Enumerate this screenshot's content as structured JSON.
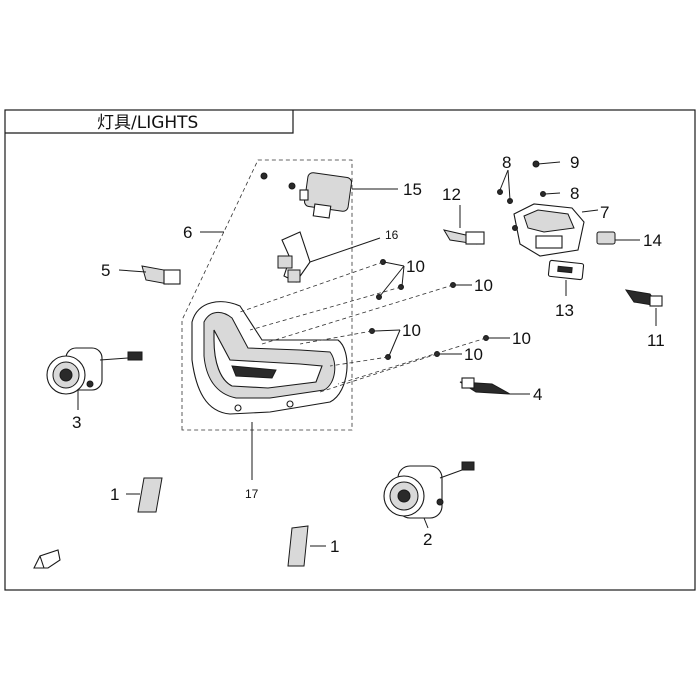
{
  "title": "灯具/LIGHTS",
  "callouts": {
    "c1a": "1",
    "c1b": "1",
    "c2": "2",
    "c3": "3",
    "c4": "4",
    "c5": "5",
    "c6": "6",
    "c7": "7",
    "c8a": "8",
    "c8b": "8",
    "c9": "9",
    "c10a": "10",
    "c10b": "10",
    "c10c": "10",
    "c10d": "10",
    "c10e": "10",
    "c11": "11",
    "c12": "12",
    "c13": "13",
    "c14": "14",
    "c15": "15",
    "c16": "16",
    "c17": "17"
  },
  "colors": {
    "line": "#1a1a1a",
    "part_fill": "#d9d9d9",
    "background": "#ffffff"
  },
  "icons": {
    "corner": "arrow-badge-icon"
  }
}
